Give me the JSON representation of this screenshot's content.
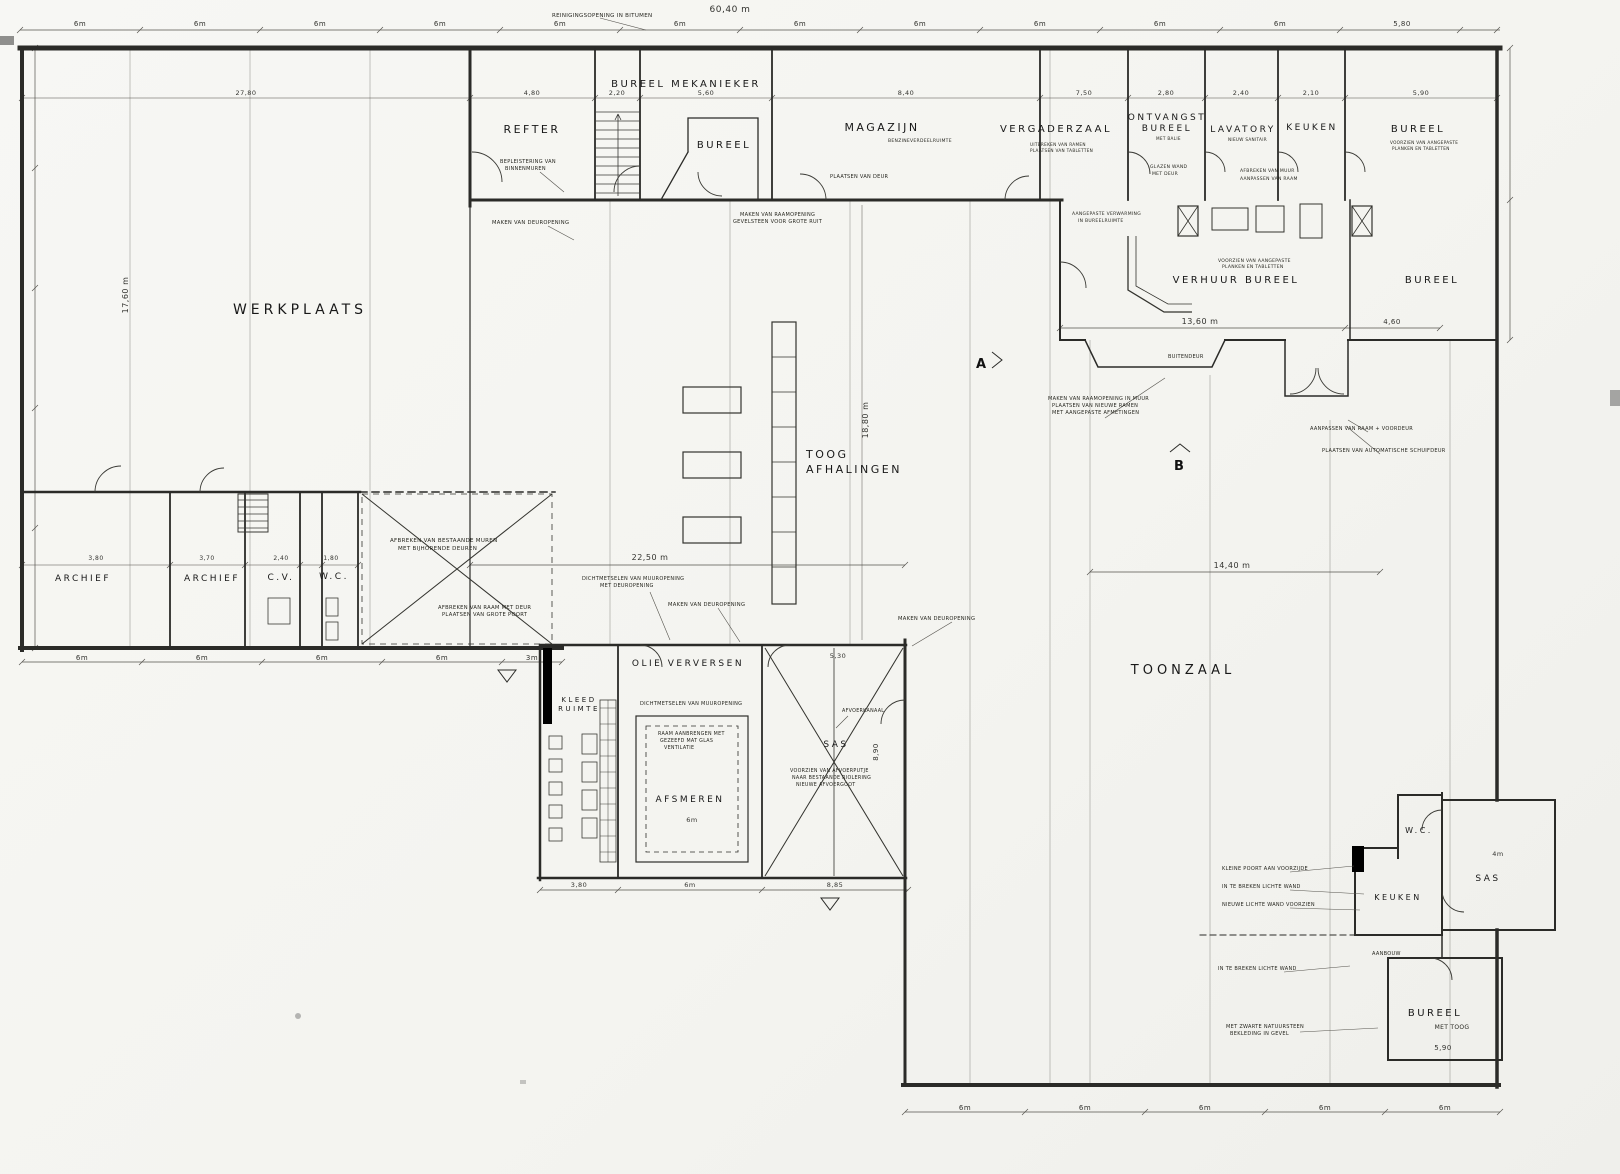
{
  "rooms": {
    "werkplaats": "WERKPLAATS",
    "refter": "REFTER",
    "bureel_mekanieker": "BUREEL MEKANIEKER",
    "bureel": "BUREEL",
    "magazijn": "MAGAZIJN",
    "vergaderzaal": "VERGADERZAAL",
    "ontvangst_line1": "ONTVANGST",
    "ontvangst_line2": "BUREEL",
    "lavatory": "LAVATORY",
    "keuken": "KEUKEN",
    "verhuur_bureel": "VERHUUR BUREEL",
    "toog_line1": "TOOG",
    "toog_line2": "AFHALINGEN",
    "archief": "ARCHIEF",
    "cv": "C.V.",
    "wc": "W.C.",
    "olie_verversen": "OLIE VERVERSEN",
    "kleed_line1": "KLEED",
    "kleed_line2": "RUIMTE",
    "afsmeren": "AFSMEREN",
    "sas": "SAS",
    "toonzaal": "TOONZAAL",
    "met_toog": "MET TOOG"
  },
  "dims": {
    "overall": "60,40 m",
    "six": "6m",
    "three": "3m",
    "d2250": "22,50 m",
    "d2780": "27,80",
    "d1760": "17,60 m",
    "d1880": "18,80 m",
    "d1360": "13,60 m",
    "d1440": "14,40 m",
    "d460": "4,60",
    "d480": "4,80",
    "d530": "5,30",
    "d560": "5,60",
    "d580": "5,80",
    "d590": "5,90",
    "d750": "7,50",
    "d840": "8,40",
    "d885": "8,85",
    "d890": "8,90",
    "d280": "2,80",
    "d240": "2,40",
    "d220": "2,20",
    "d210": "2,10",
    "d370": "3,70",
    "d380": "3,80",
    "d180": "1,80",
    "d4m": "4m"
  },
  "annotations": {
    "top_note": "REINIGINGSOPENING IN BITUMEN",
    "refter_1": "BEPLEISTERING VAN",
    "refter_2": "BINNENMUREN",
    "maken_deuropening": "MAKEN VAN DEUROPENING",
    "raamopening_1": "MAKEN VAN RAAMOPENING",
    "raamopening_2": "GEVELSTEEN VOOR GROTE RUIT",
    "plaatsen_deur": "PLAATSEN VAN DEUR",
    "benzine": "BENZINEVERDEELRUIMTE",
    "verg_1": "UITBREKEN VAN RAMEN",
    "verg_2": "PLAATSEN VAN TABLETTEN",
    "balie": "MET BALIE",
    "sanitair": "NIEUW SANITAIR",
    "glazen_1": "GLAZEN WAND",
    "glazen_2": "MET DEUR",
    "afbreken_muur": "AFBREKEN VAN MUUR",
    "aanpassen_raam": "AANPASSEN VAN RAAM",
    "verwarming_1": "AANGEPASTE VERWARMING",
    "verwarming_2": "IN BUREELRUIMTE",
    "tabletten_1": "VOORZIEN VAN AANGEPASTE",
    "tabletten_2": "PLANKEN EN TABLETTEN",
    "buitendeur": "BUITENDEUR",
    "raam_muur_1": "MAKEN VAN RAAMOPENING IN MUUR",
    "raam_muur_2": "PLAATSEN VAN NIEUWE RAMEN",
    "raam_muur_3": "MET AANGEPASTE AFMETINGEN",
    "voordeur": "AANPASSEN VAN RAAM + VOORDEUR",
    "schuifdeur": "PLAATSEN VAN AUTOMATISCHE SCHUIFDEUR",
    "afbreken_1": "AFBREKEN VAN BESTAANDE MUREN",
    "afbreken_2": "MET BIJHORENDE DEUREN",
    "poort_1": "AFBREKEN VAN RAAM MET DEUR",
    "poort_2": "PLAATSEN VAN GROTE POORT",
    "dicht_1": "DICHTMETSELEN VAN MUUROPENING",
    "dicht_2": "MET DEUROPENING",
    "glas_1": "RAAM AANBRENGEN MET",
    "glas_2": "GEZEEFD MAT GLAS",
    "glas_3": "VENTILATIE",
    "afvoerkanaal": "AFVOERKANAAL",
    "put_1": "VOORZIEN VAN AFVOERPUTJE",
    "put_2": "NAAR BESTAANDE RIOLERING",
    "put_3": "NIEUWE AFVOERGOOT",
    "kleine_poort": "KLEINE POORT AAN VOORZIJDE",
    "lichte_wand_breken": "IN TE BREKEN LICHTE WAND",
    "lichte_wand_nieuw": "NIEUWE LICHTE WAND VOORZIEN",
    "gevel_1": "MET ZWARTE NATUURSTEEN",
    "gevel_2": "BEKLEDING IN GEVEL",
    "aanbouw": "AANBOUW"
  },
  "markers": {
    "a": "A",
    "b": "B"
  }
}
